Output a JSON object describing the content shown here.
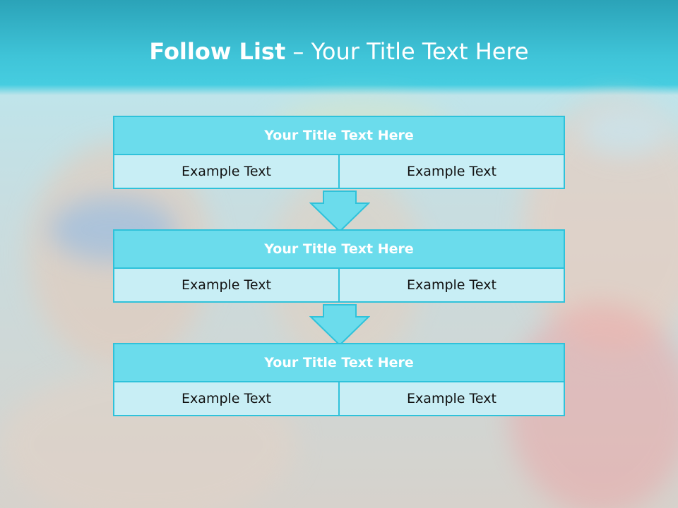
{
  "title": {
    "strong": "Follow List",
    "rest": " – Your Title Text Here"
  },
  "rows": [
    {
      "heading": "Your Title Text Here",
      "cells": [
        "Example Text",
        "Example Text"
      ]
    },
    {
      "heading": "Your Title Text Here",
      "cells": [
        "Example Text",
        "Example Text"
      ]
    },
    {
      "heading": "Your Title Text Here",
      "cells": [
        "Example Text",
        "Example Text"
      ]
    }
  ],
  "colors": {
    "header_fill": "#6bdcec",
    "cell_fill": "#c8eef5",
    "border": "#2fc2da",
    "title_band": "#3fc4d8"
  }
}
